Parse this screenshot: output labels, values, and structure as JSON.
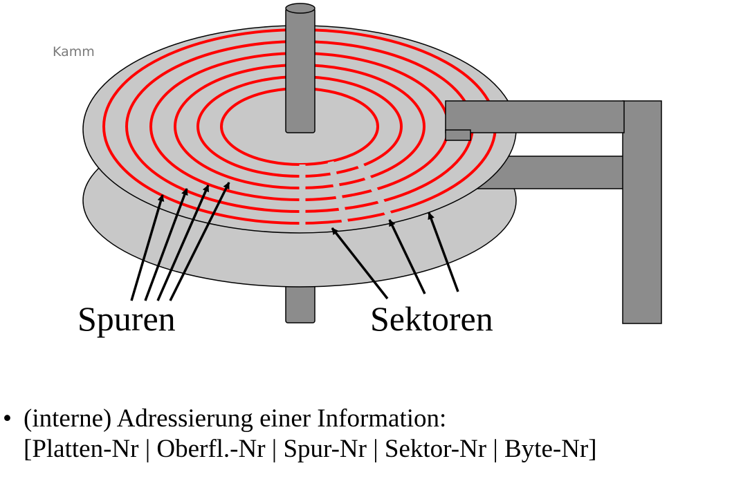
{
  "labels": {
    "kamm": "Kamm",
    "spuren": "Spuren",
    "sektoren": "Sektoren"
  },
  "caption": {
    "bullet": "•",
    "line1": "(interne) Adressierung einer Information:",
    "line2": "[Platten-Nr | Oberfl.-Nr | Spur-Nr | Sektor-Nr | Byte-Nr]"
  },
  "colors": {
    "platter": "#c8c8c8",
    "spindle": "#8c8c8c",
    "track": "#ff0000",
    "arrow": "#000000"
  }
}
